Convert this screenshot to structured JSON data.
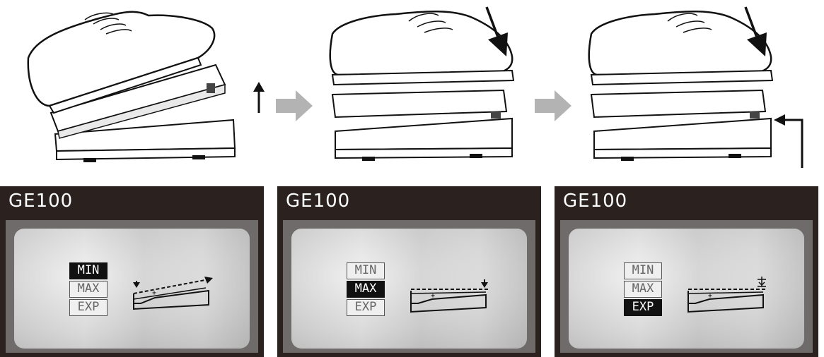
{
  "panels": [
    {
      "title": "GE100",
      "options": [
        "MIN",
        "MAX",
        "EXP"
      ],
      "selected": "MIN"
    },
    {
      "title": "GE100",
      "options": [
        "MIN",
        "MAX",
        "EXP"
      ],
      "selected": "MAX"
    },
    {
      "title": "GE100",
      "options": [
        "MIN",
        "MAX",
        "EXP"
      ],
      "selected": "EXP"
    }
  ]
}
